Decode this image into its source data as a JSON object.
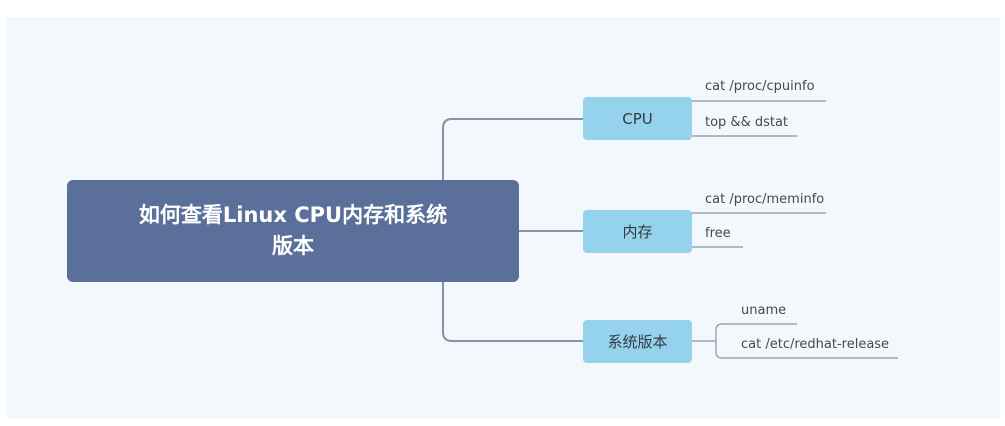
{
  "root": {
    "title": "如何查看Linux CPU内存和系统版本"
  },
  "branches": [
    {
      "label": "CPU",
      "leaves": [
        "cat /proc/cpuinfo",
        "top && dstat"
      ]
    },
    {
      "label": "内存",
      "leaves": [
        "cat /proc/meminfo",
        "free"
      ]
    },
    {
      "label": "系统版本",
      "leaves": [
        "uname",
        "cat /etc/redhat-release"
      ]
    }
  ],
  "colors": {
    "canvas": "#f3f8fc",
    "root": "#5a6f99",
    "branch": "#95d3ec",
    "connector": "#8593a8",
    "leaf_underline": "#9aa5b4"
  }
}
